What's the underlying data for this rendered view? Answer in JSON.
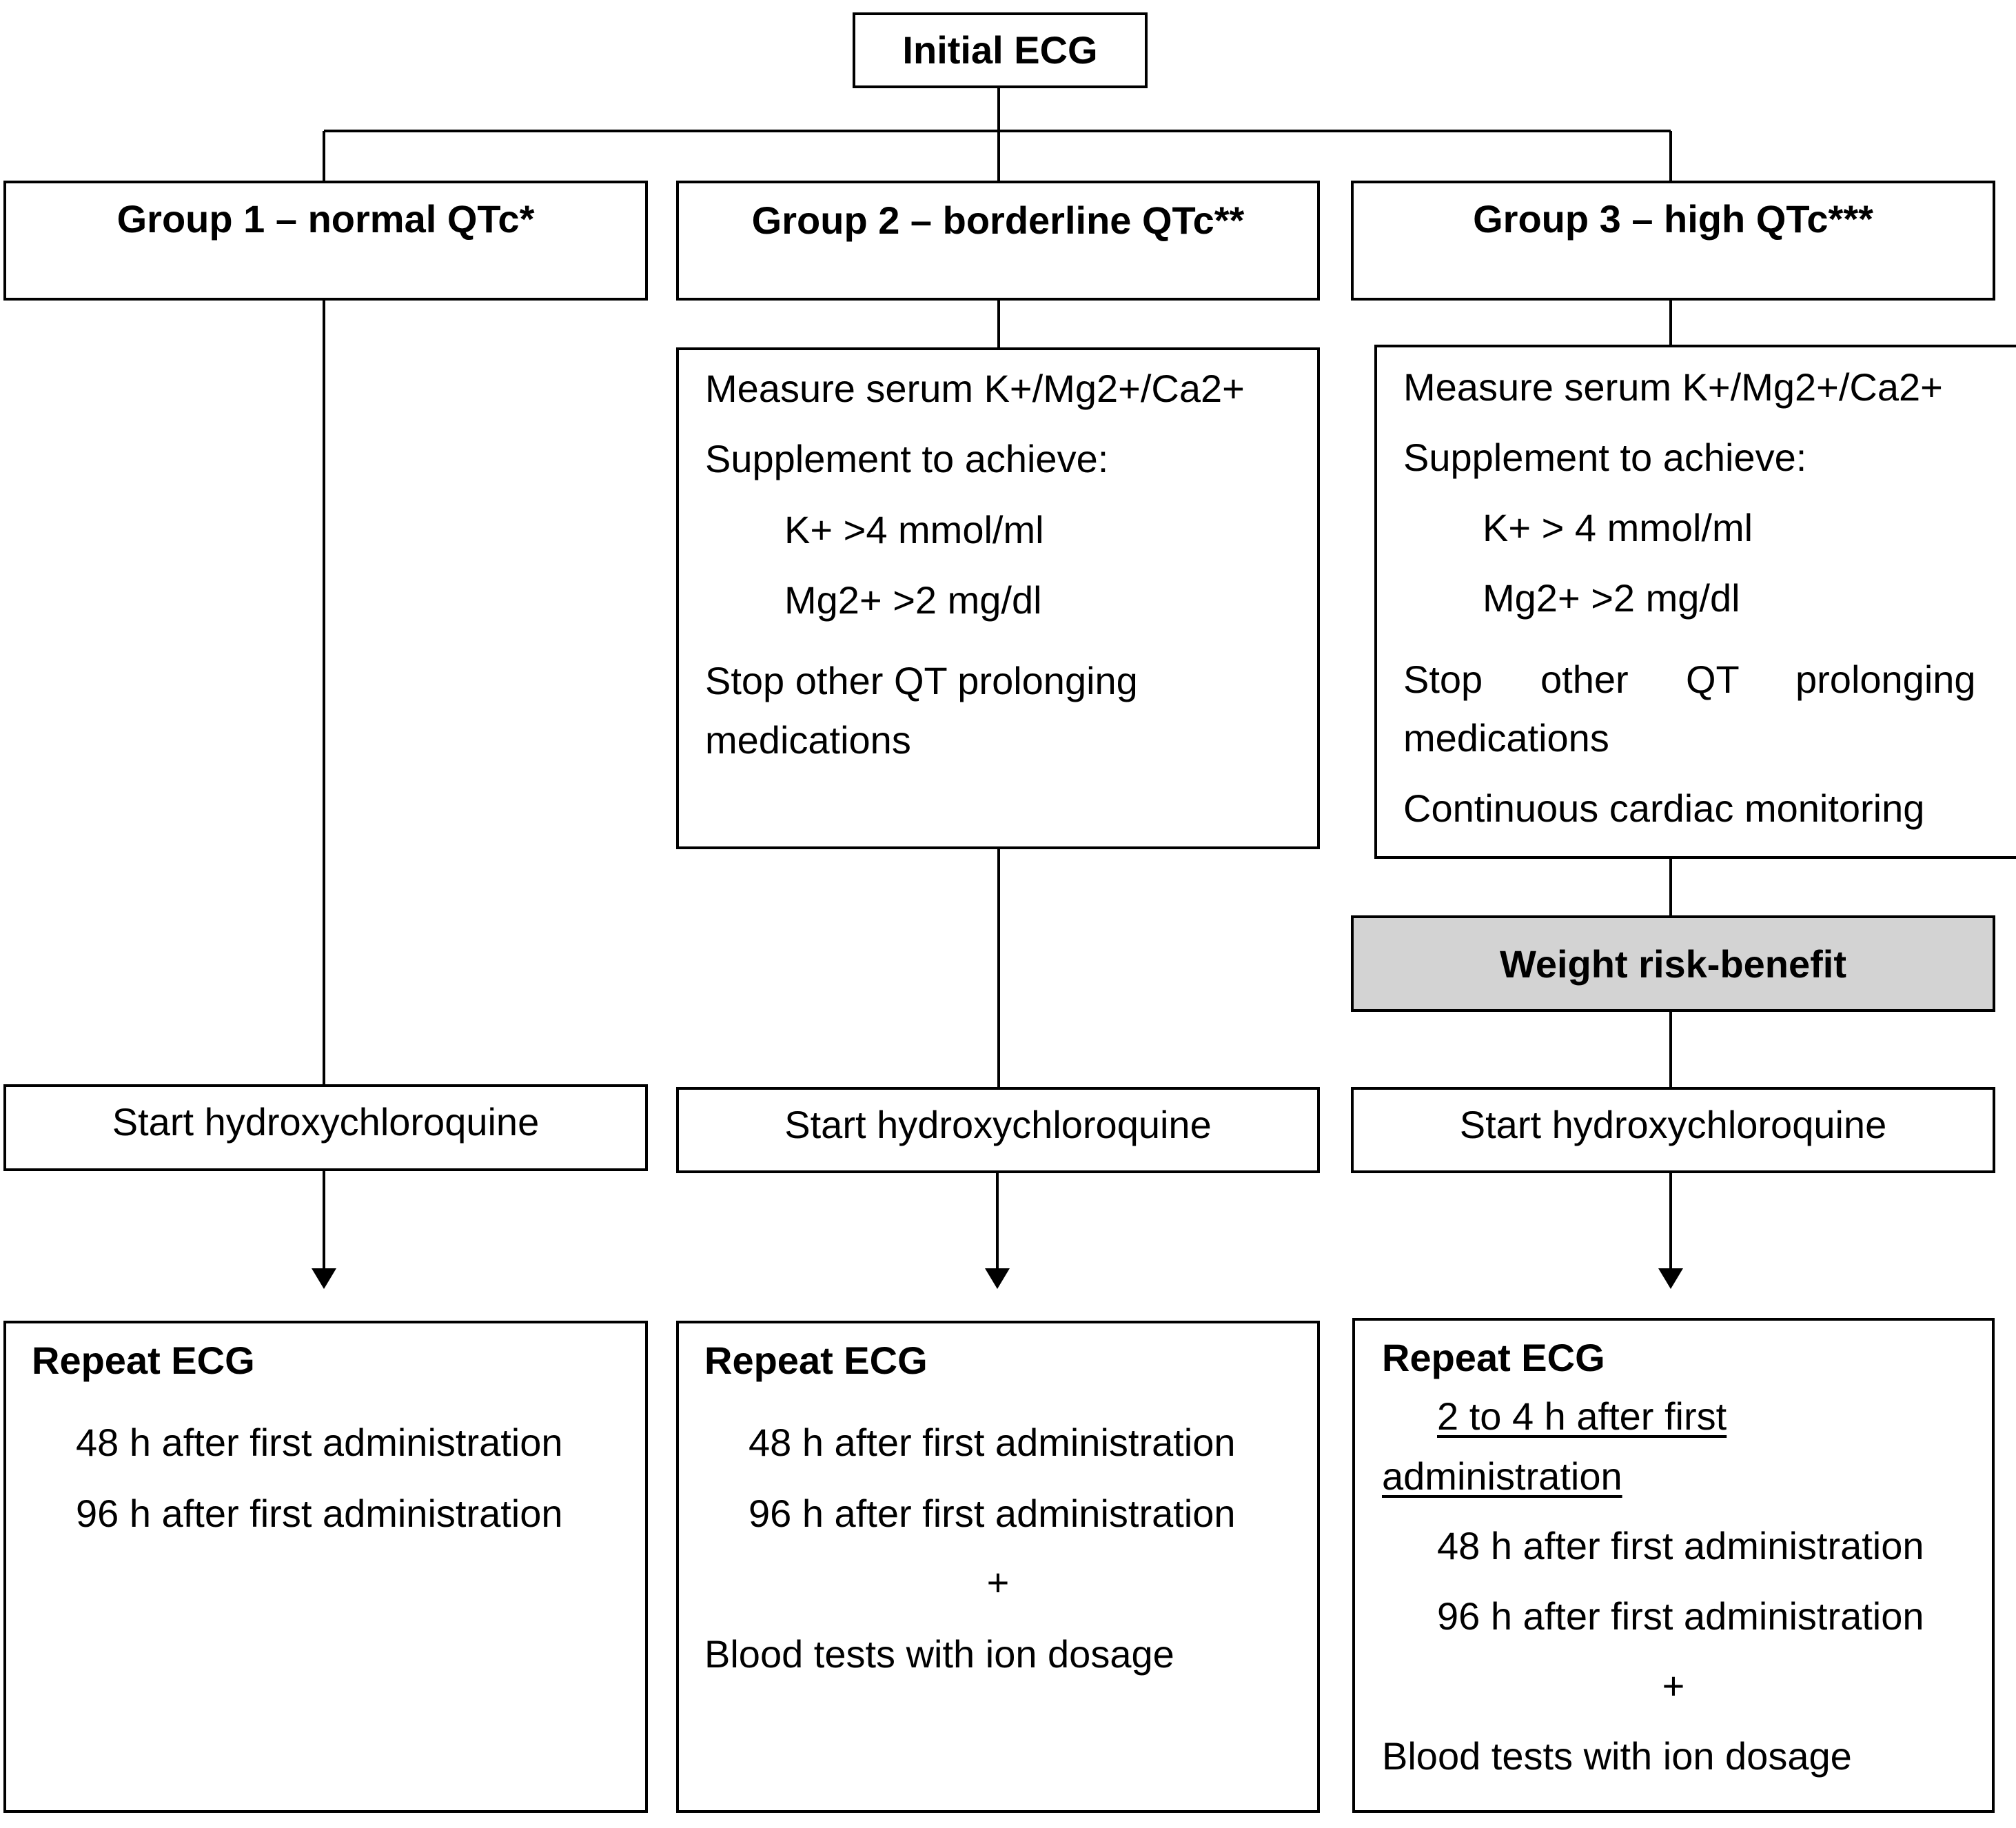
{
  "initial": {
    "label": "Initial ECG"
  },
  "groups": [
    {
      "title": "Group 1 – normal QTc*",
      "start": "Start hydroxychloroquine",
      "repeat": {
        "title": "Repeat ECG",
        "lines": [
          "48 h after first administration",
          "96 h after first administration"
        ]
      }
    },
    {
      "title": "Group 2 – borderline QTc**",
      "actions": {
        "measure": "Measure serum K+/Mg2+/Ca2+",
        "supplement": "Supplement to achieve:",
        "k": "K+ >4 mmol/ml",
        "mg": "Mg2+ >2 mg/dl",
        "stop_1": "Stop other QT prolonging",
        "stop_2": "medications"
      },
      "start": "Start hydroxychloroquine",
      "repeat": {
        "title": "Repeat ECG",
        "lines": [
          "48 h after first administration",
          "96 h after first administration"
        ],
        "plus": "+",
        "blood": "Blood tests with ion dosage"
      }
    },
    {
      "title": "Group 3 – high QTc***",
      "actions": {
        "measure": "Measure serum K+/Mg2+/Ca2+",
        "supplement": "Supplement to achieve:",
        "k": "K+ > 4 mmol/ml",
        "mg": "Mg2+ >2 mg/dl",
        "stop_words": [
          "Stop",
          "other",
          "QT",
          "prolonging"
        ],
        "stop_2": "medications",
        "monitor": "Continuous cardiac monitoring"
      },
      "weigh": "Weight risk-benefit",
      "start": "Start hydroxychloroquine",
      "repeat": {
        "title": "Repeat ECG",
        "early_1": "2 to 4 h after first",
        "early_2": "administration",
        "lines": [
          "48 h after first administration",
          "96 h after first administration"
        ],
        "plus": "+",
        "blood": "Blood tests with ion dosage"
      }
    }
  ],
  "colors": {
    "line": "#000000",
    "weigh_fill": "#d3d3d3",
    "box_fill": "#ffffff"
  }
}
